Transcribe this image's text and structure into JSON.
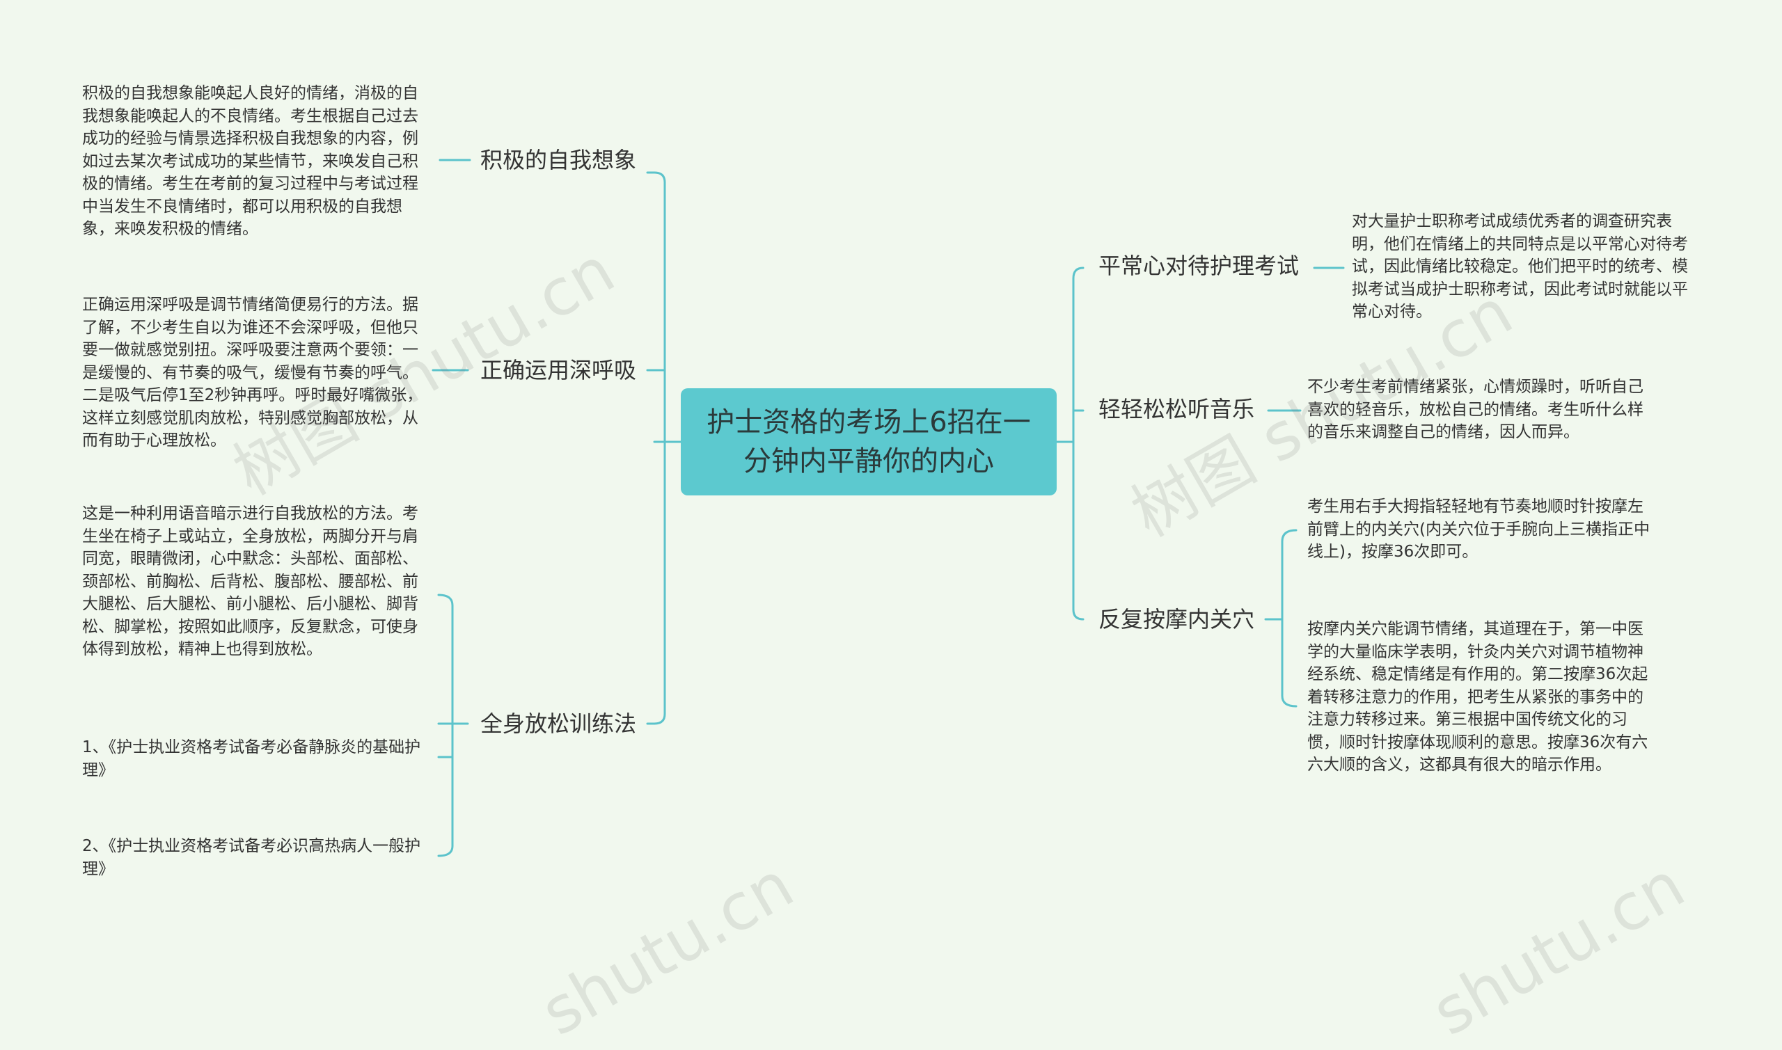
{
  "root": {
    "title": "护士资格的考场上6招在一分钟内平静你的内心"
  },
  "left": [
    {
      "label": "积极的自我想象",
      "texts": [
        "积极的自我想象能唤起人良好的情绪，消极的自我想象能唤起人的不良情绪。考生根据自己过去成功的经验与情景选择积极自我想象的内容，例如过去某次考试成功的某些情节，来唤发自己积极的情绪。考生在考前的复习过程中与考试过程中当发生不良情绪时，都可以用积极的自我想象，来唤发积极的情绪。"
      ]
    },
    {
      "label": "正确运用深呼吸",
      "texts": [
        "正确运用深呼吸是调节情绪简便易行的方法。据了解，不少考生自以为谁还不会深呼吸，但他只要一做就感觉别扭。深呼吸要注意两个要领：一是缓慢的、有节奏的吸气，缓慢有节奏的呼气。二是吸气后停1至2秒钟再呼。呼时最好嘴微张，这样立刻感觉肌肉放松，特别感觉胸部放松，从而有助于心理放松。"
      ]
    },
    {
      "label": "全身放松训练法",
      "texts": [
        "这是一种利用语音暗示进行自我放松的方法。考生坐在椅子上或站立，全身放松，两脚分开与肩同宽，眼睛微闭，心中默念：头部松、面部松、颈部松、前胸松、后背松、腹部松、腰部松、前大腿松、后大腿松、前小腿松、后小腿松、脚背松、脚掌松，按照如此顺序，反复默念，可使身体得到放松，精神上也得到放松。",
        "1、《护士执业资格考试备考必备静脉炎的基础护理》",
        "2、《护士执业资格考试备考必识高热病人一般护理》"
      ]
    }
  ],
  "right": [
    {
      "label": "平常心对待护理考试",
      "texts": [
        "对大量护士职称考试成绩优秀者的调查研究表明，他们在情绪上的共同特点是以平常心对待考试，因此情绪比较稳定。他们把平时的统考、模拟考试当成护士职称考试，因此考试时就能以平常心对待。"
      ]
    },
    {
      "label": "轻轻松松听音乐",
      "texts": [
        "不少考生考前情绪紧张，心情烦躁时，听听自己喜欢的轻音乐，放松自己的情绪。考生听什么样的音乐来调整自己的情绪，因人而异。"
      ]
    },
    {
      "label": "反复按摩内关穴",
      "texts": [
        "考生用右手大拇指轻轻地有节奏地顺时针按摩左前臂上的内关穴(内关穴位于手腕向上三横指正中线上)，按摩36次即可。",
        "按摩内关穴能调节情绪，其道理在于，第一中医学的大量临床学表明，针灸内关穴对调节植物神经系统、稳定情绪是有作用的。第二按摩36次起着转移注意力的作用，把考生从紧张的事务中的注意力转移过来。第三根据中国传统文化的习惯，顺时针按摩体现顺利的意思。按摩36次有六六大顺的含义，这都具有很大的暗示作用。"
      ]
    }
  ],
  "watermarks": [
    "树图 shutu.cn",
    "树图 shutu.cn",
    "shutu.cn",
    "shutu.cn"
  ]
}
